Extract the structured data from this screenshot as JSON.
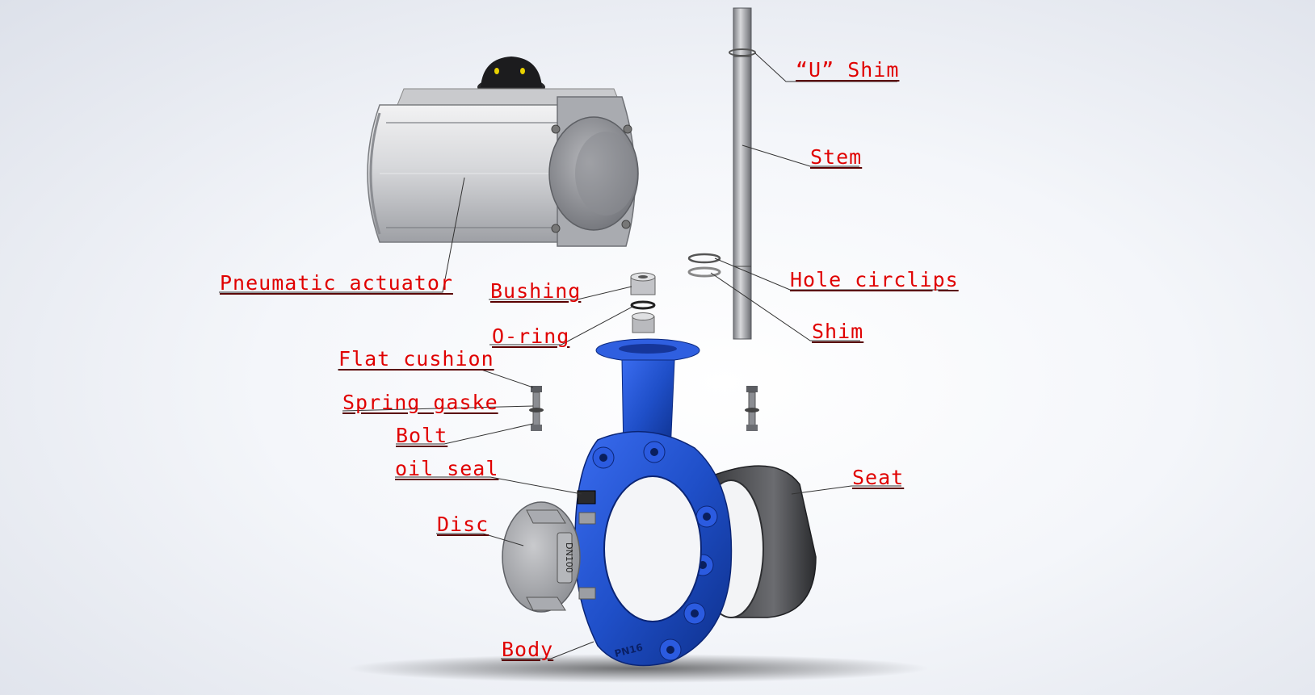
{
  "labels": {
    "u_shim": "“U” Shim",
    "stem": "Stem",
    "hole_circlips": "Hole circlips",
    "shim": "Shim",
    "pneumatic_actuator": "Pneumatic actuator",
    "bushing": "Bushing",
    "o_ring": "O-ring",
    "flat_cushion": "Flat cushion",
    "spring_gaske": "Spring gaske",
    "bolt": "Bolt",
    "oil_seal": "oil seal",
    "seat": "Seat",
    "disc": "Disc",
    "body": "Body"
  },
  "markings": {
    "disc_mark": "DN100",
    "body_mark": "PN16"
  },
  "colors": {
    "label_text": "#e00000",
    "body_blue": "#1f4fc8",
    "leader_line": "#333333"
  }
}
